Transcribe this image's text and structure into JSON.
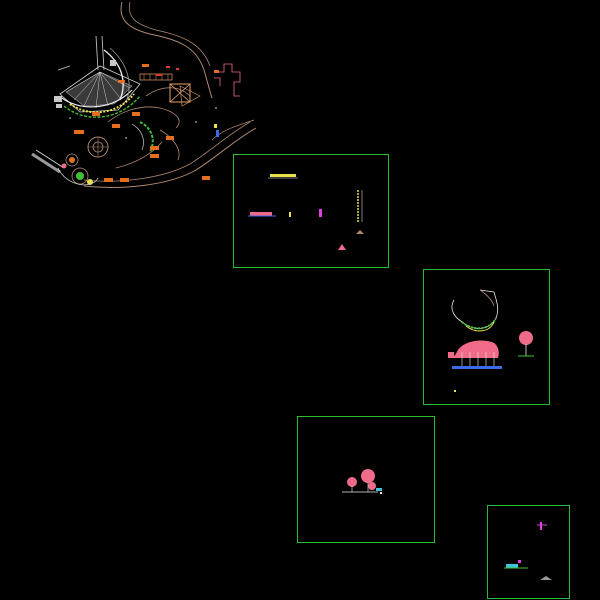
{
  "viewport": {
    "background": "#000000"
  },
  "palette": {
    "frame": "#22c02a",
    "road": "#b08870",
    "plaza": "#cfcfcf",
    "hatch": "#e3a06a",
    "orange": "#e2701e",
    "yellow": "#e8e04a",
    "green": "#3fbf33",
    "pink": "#f06a8a",
    "magenta": "#e040e0",
    "blue": "#3a6ae8",
    "cyan": "#3fc6d6",
    "white": "#e8e8e8",
    "red": "#e23a2a"
  },
  "sheets": [
    {
      "id": "sheet-1",
      "label": ""
    },
    {
      "id": "sheet-2",
      "label": ""
    },
    {
      "id": "sheet-3",
      "label": ""
    },
    {
      "id": "sheet-4",
      "label": ""
    }
  ]
}
